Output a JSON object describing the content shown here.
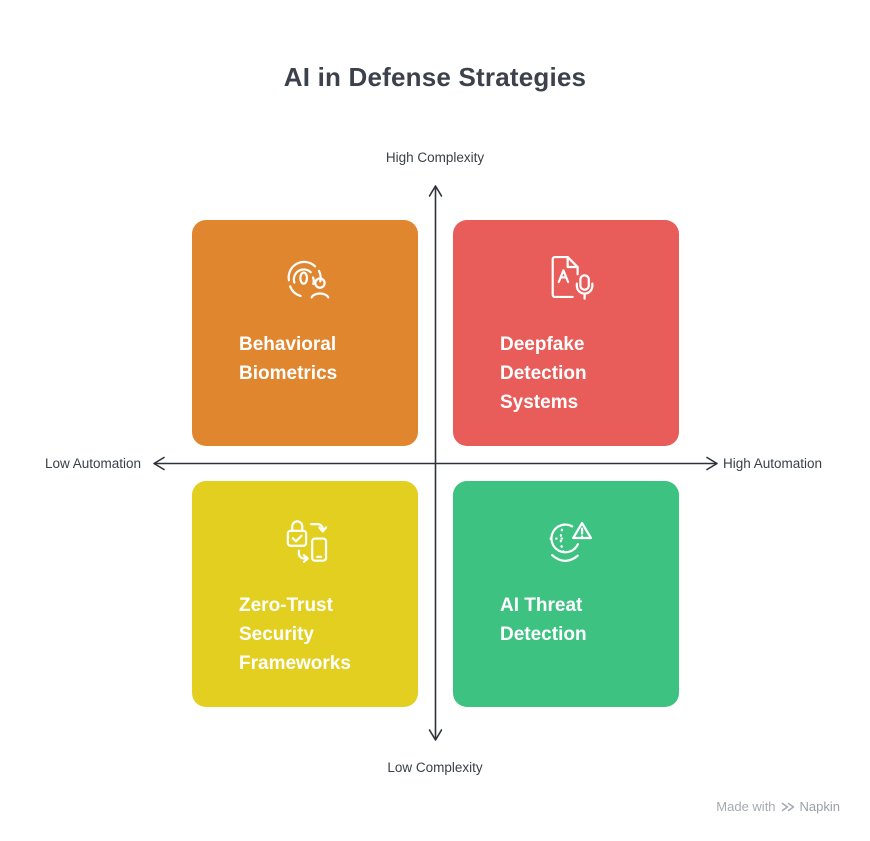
{
  "title": "AI in Defense Strategies",
  "axes": {
    "top_label": "High Complexity",
    "bottom_label": "Low Complexity",
    "left_label": "Low Automation",
    "right_label": "High Automation"
  },
  "quadrants": {
    "top_left": {
      "label": "Behavioral Biometrics",
      "color": "#E0862F",
      "icon": "fingerprint-identity-icon",
      "position": "high complexity / low automation"
    },
    "top_right": {
      "label": "Deepfake Detection Systems",
      "color": "#E85D5A",
      "icon": "document-voice-detection-icon",
      "position": "high complexity / high automation"
    },
    "bottom_left": {
      "label": "Zero-Trust Security Frameworks",
      "color": "#E3CF20",
      "icon": "lock-device-verification-icon",
      "position": "low complexity / low automation"
    },
    "bottom_right": {
      "label": "AI Threat Detection",
      "color": "#3EC281",
      "icon": "face-threat-alert-icon",
      "position": "low complexity / high automation"
    }
  },
  "watermark": {
    "made_with": "Made with",
    "brand": "Napkin"
  },
  "colors": {
    "axis_stroke": "#2e3238",
    "title_text": "#3c424b",
    "card_text": "#ffffff"
  }
}
